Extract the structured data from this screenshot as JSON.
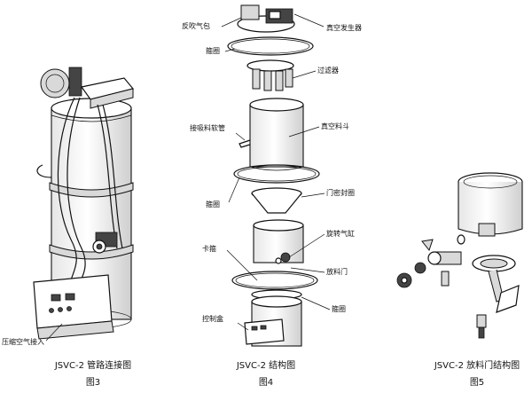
{
  "figures": [
    {
      "title": "JSVC-2 管路连接图",
      "number": "图3",
      "labels": {
        "compressed_air_inlet": "压缩空气接入"
      }
    },
    {
      "title": "JSVC-2 结构图",
      "number": "图4",
      "labels": {
        "blowback_bag": "反吹气包",
        "vacuum_generator": "真空发生器",
        "clamp_ring_1": "箍圈",
        "filter": "过滤器",
        "feed_pipe": "接吸料软管",
        "vacuum_hopper": "真空料斗",
        "clamp_ring_2": "箍圈",
        "door_seal_ring": "门密封圈",
        "rotary_cylinder": "旋转气缸",
        "clamp": "卡箍",
        "discharge_door": "放料门",
        "clamp_ring_3": "箍圈",
        "control_box": "控制盒"
      }
    },
    {
      "title": "JSVC-2 放料门结构图",
      "number": "图5",
      "labels": {}
    }
  ]
}
